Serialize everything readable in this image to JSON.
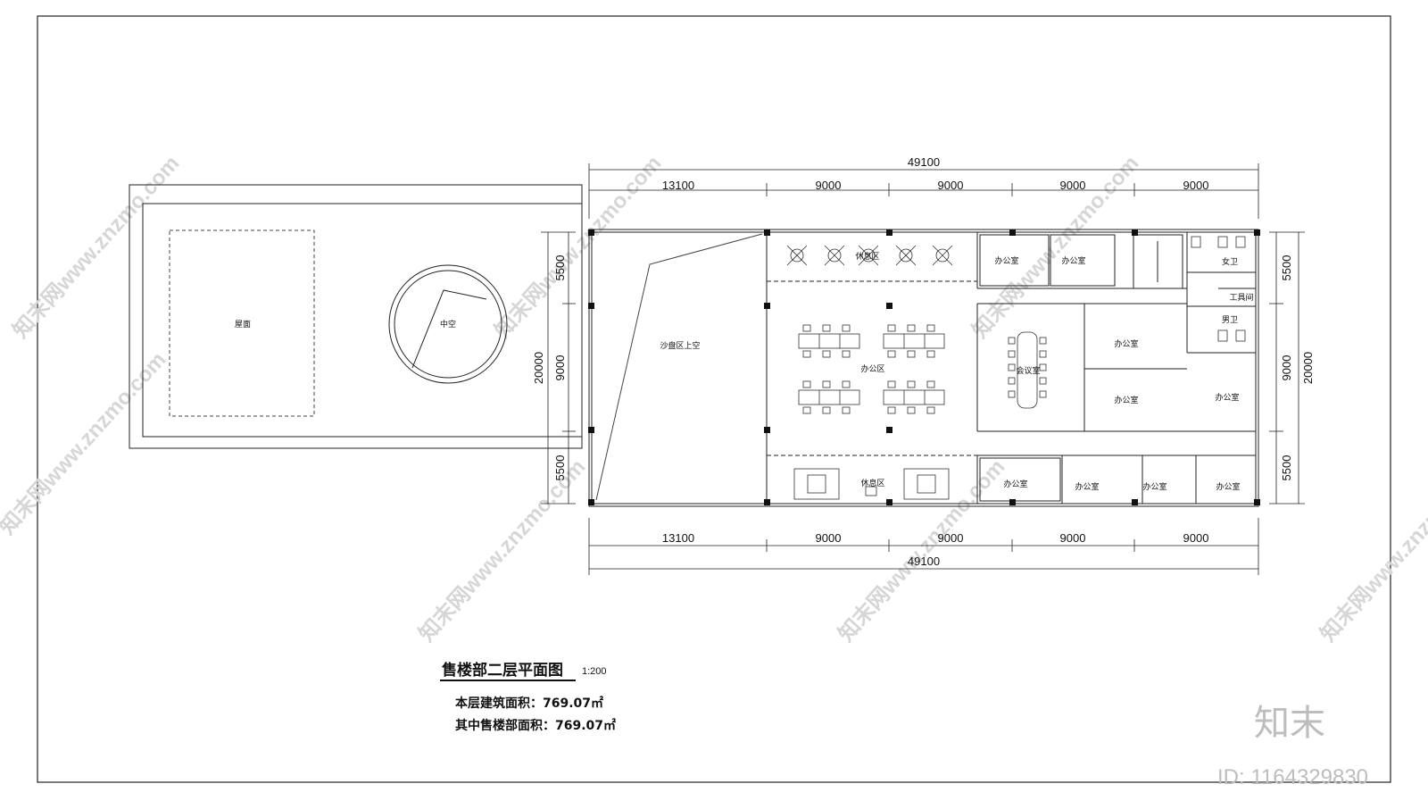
{
  "drawing": {
    "title": "售楼部二层平面图",
    "scale": "1:200",
    "area_line1": "本层建筑面积：769.07㎡",
    "area_line2": "其中售楼部面积：769.07㎡"
  },
  "dimensions": {
    "total": "49100",
    "top_segments": [
      "13100",
      "9000",
      "9000",
      "9000",
      "9000"
    ],
    "bottom_segments": [
      "13100",
      "9000",
      "9000",
      "9000",
      "9000"
    ],
    "left_segments": [
      "5500",
      "9000",
      "5500"
    ],
    "left_total": "20000",
    "right_segments": [
      "5500",
      "9000",
      "5500"
    ],
    "right_total": "20000"
  },
  "rooms": {
    "roof": "屋面",
    "void": "中空",
    "sand_table_void": "沙盘区上空",
    "rest_area_top": "休息区",
    "office_area": "办公区",
    "rest_area_bottom": "休息区",
    "meeting_room": "会议室",
    "office": "办公室",
    "womens_wc": "女卫",
    "tool_room": "工具间",
    "mens_wc": "男卫"
  },
  "watermark": {
    "text": "知末网www.znzmo.com",
    "brand": "知末",
    "id": "ID: 1164329830"
  }
}
